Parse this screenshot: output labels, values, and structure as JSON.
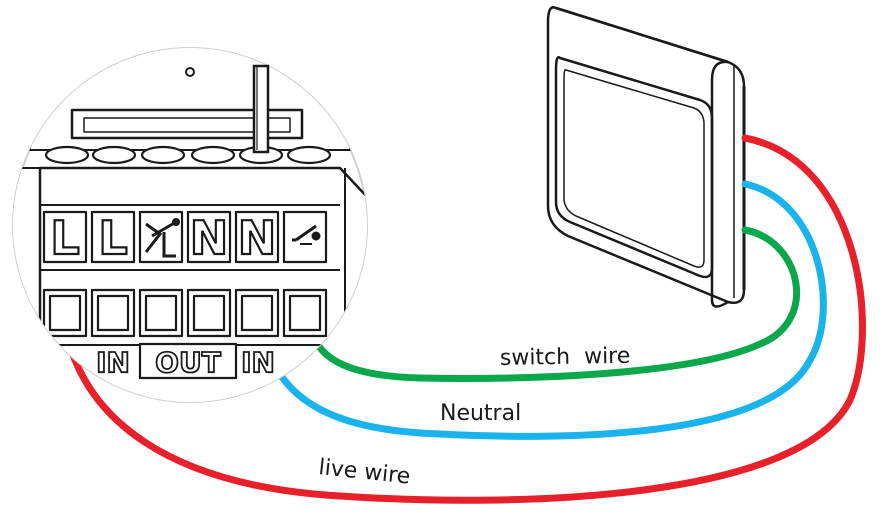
{
  "terminals": {
    "labels": [
      "L",
      "L",
      "",
      "N",
      "N",
      ""
    ],
    "icons": [
      "",
      "",
      "relay-contact-icon",
      "",
      "",
      "switch-contact-icon"
    ]
  },
  "io_labels": {
    "left_in": "IN",
    "out": "OUT",
    "right_in": "IN"
  },
  "wires": [
    {
      "id": "switch",
      "label": "switch  wire",
      "color": "#0aa84a"
    },
    {
      "id": "neutral",
      "label": "Neutral",
      "color": "#1ab3ec"
    },
    {
      "id": "live",
      "label": "live wire",
      "color": "#e8202a"
    }
  ],
  "switch_device": {
    "icon": "wall-switch-icon"
  },
  "tool": {
    "icon": "screwdriver-icon"
  }
}
